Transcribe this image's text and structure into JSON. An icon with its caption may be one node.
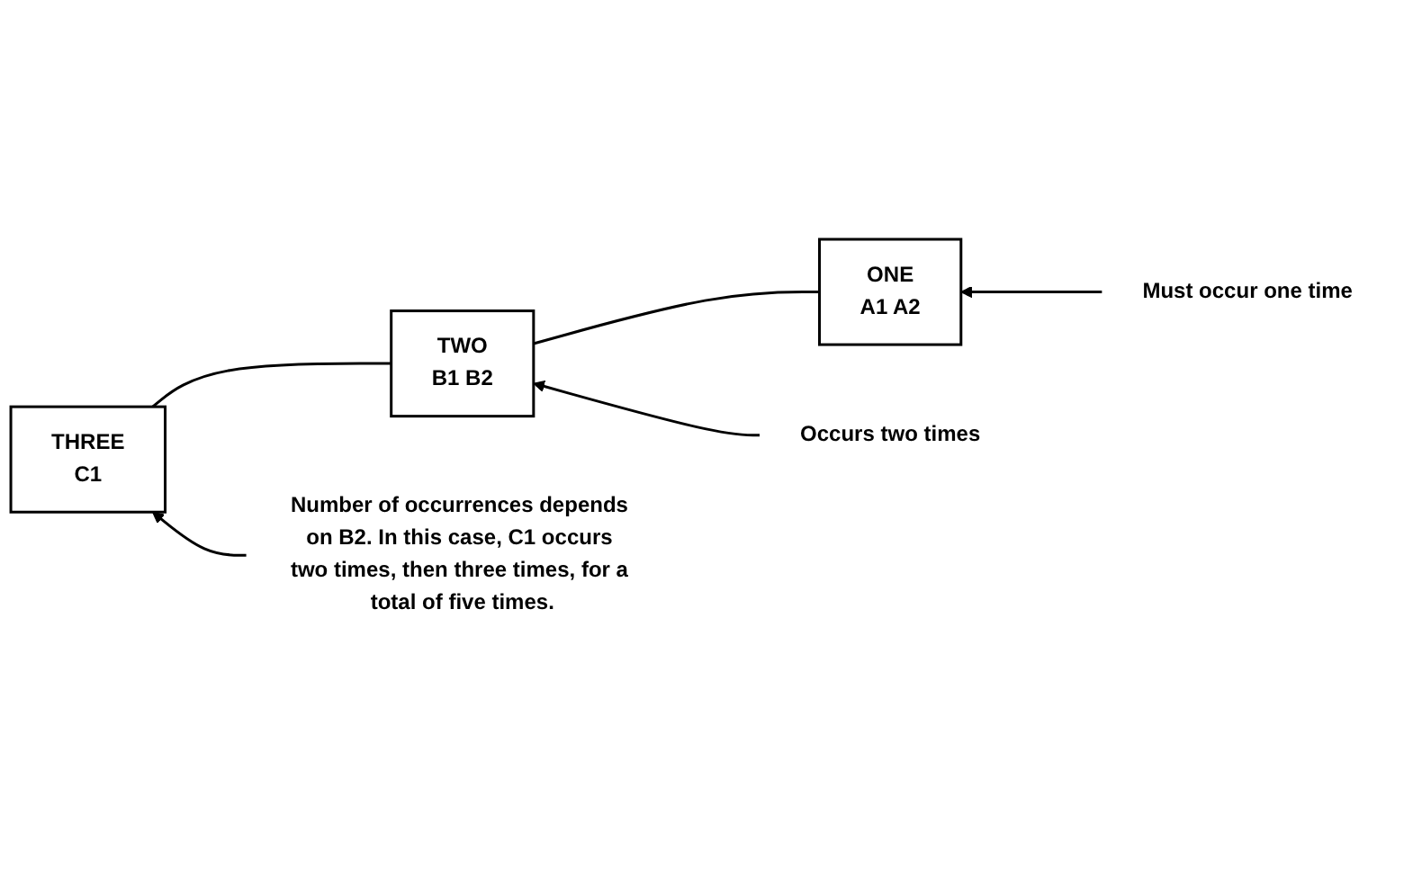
{
  "diagram": {
    "nodes": [
      {
        "text": [
          "ONE",
          "A1 A2"
        ]
      },
      {
        "text": [
          "TWO",
          "B1 B2"
        ]
      },
      {
        "text": [
          "THREE",
          "C1"
        ]
      },
      {
        "text": [
          "Must occur one time"
        ]
      },
      {
        "text": [
          "Occurs two times"
        ]
      },
      {
        "text": [
          "Number of occurrences depends on B2. In this case, C1 occurs two times, then three times, for a total of five times."
        ]
      }
    ],
    "edges": [
      {
        "from": 0,
        "to": 1,
        "arrow": "none"
      },
      {
        "from": 1,
        "to": 2,
        "arrow": "none"
      },
      {
        "from": 3,
        "to": 0,
        "arrow": "to"
      },
      {
        "from": 4,
        "to": 1,
        "arrow": "to"
      },
      {
        "from": 5,
        "to": 2,
        "arrow": "to"
      }
    ]
  }
}
